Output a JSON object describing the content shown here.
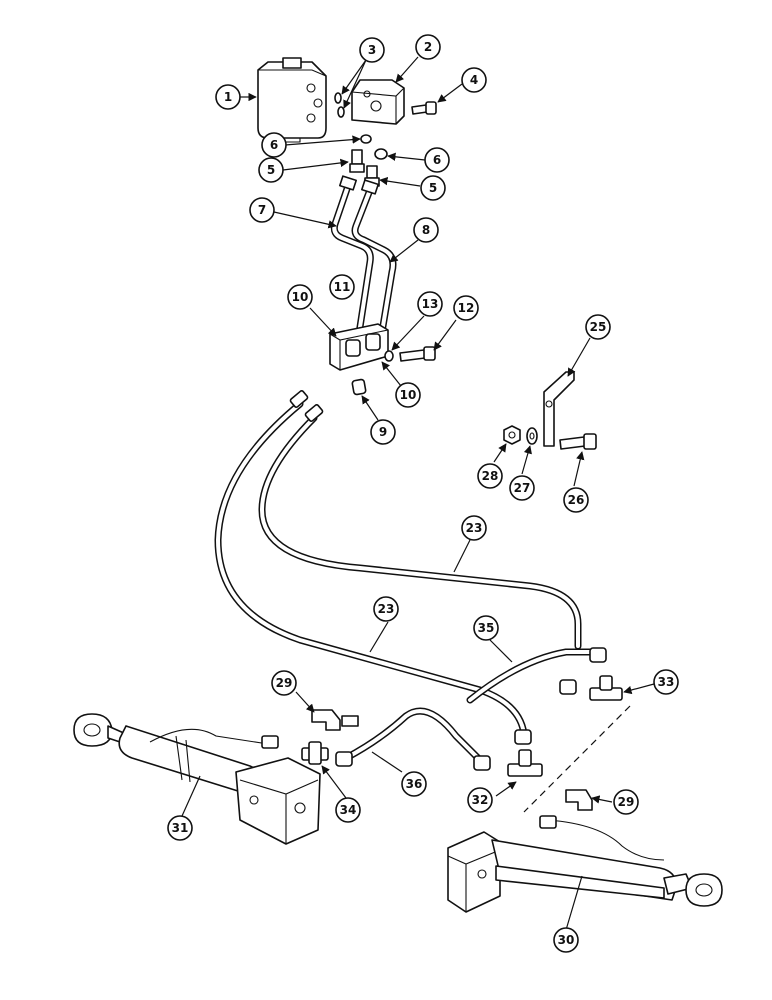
{
  "diagram": {
    "callouts": [
      "1",
      "2",
      "3",
      "4",
      "5",
      "5",
      "6",
      "6",
      "7",
      "8",
      "9",
      "10",
      "10",
      "11",
      "12",
      "13",
      "23",
      "23",
      "25",
      "26",
      "27",
      "28",
      "29",
      "29",
      "30",
      "31",
      "32",
      "33",
      "34",
      "35",
      "36"
    ]
  },
  "colors": {
    "line": "#111111",
    "background": "#ffffff"
  }
}
